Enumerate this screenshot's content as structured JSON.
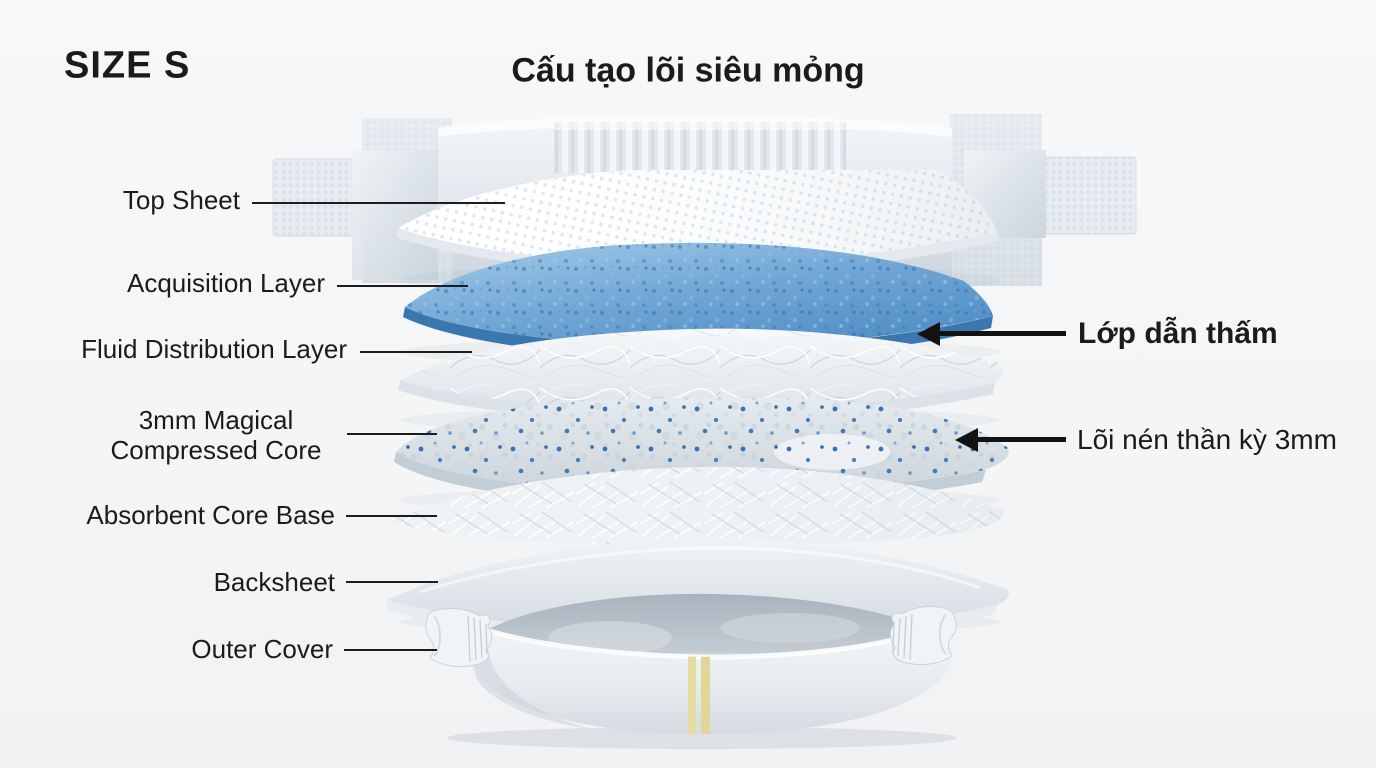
{
  "header": {
    "size_label": "SIZE S",
    "title": "Cấu tạo lõi siêu mỏng"
  },
  "left_labels": [
    {
      "text": "Top Sheet"
    },
    {
      "text": "Acquisition Layer"
    },
    {
      "text": "Fluid Distribution Layer"
    },
    {
      "text": "3mm Magical Compressed Core"
    },
    {
      "text": "Absorbent Core Base"
    },
    {
      "text": "Backsheet"
    },
    {
      "text": "Outer Cover"
    }
  ],
  "right_labels": [
    {
      "text": "Lớp dẫn thấm"
    },
    {
      "text": "Lõi nén thần kỳ 3mm"
    }
  ],
  "colors": {
    "background": "#f5f6f7",
    "text": "#1b1b1d",
    "arrow_black": "#121212",
    "acquisition_blue": "#5593c9",
    "acquisition_blue_edge": "#3a77ae",
    "sap_dot_blue": "#2e6cae",
    "wetness_indicator_yellow": "#e6dca0"
  }
}
